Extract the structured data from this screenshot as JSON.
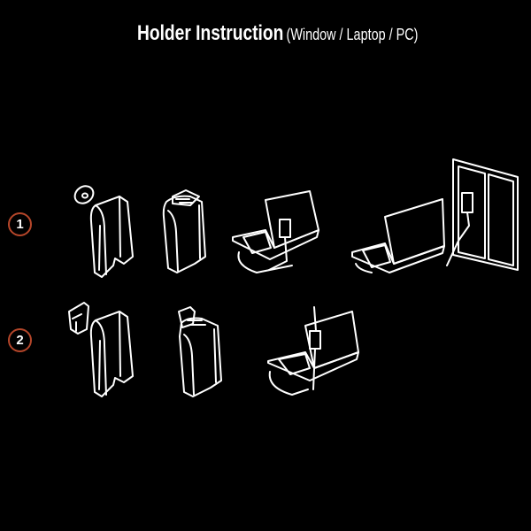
{
  "title": {
    "main": "Holder Instruction",
    "sub": "(Window / Laptop / PC)"
  },
  "steps": [
    {
      "number": "1"
    },
    {
      "number": "2"
    }
  ],
  "colors": {
    "background": "#000000",
    "line": "#ffffff",
    "step_ring": "#b5462a"
  }
}
